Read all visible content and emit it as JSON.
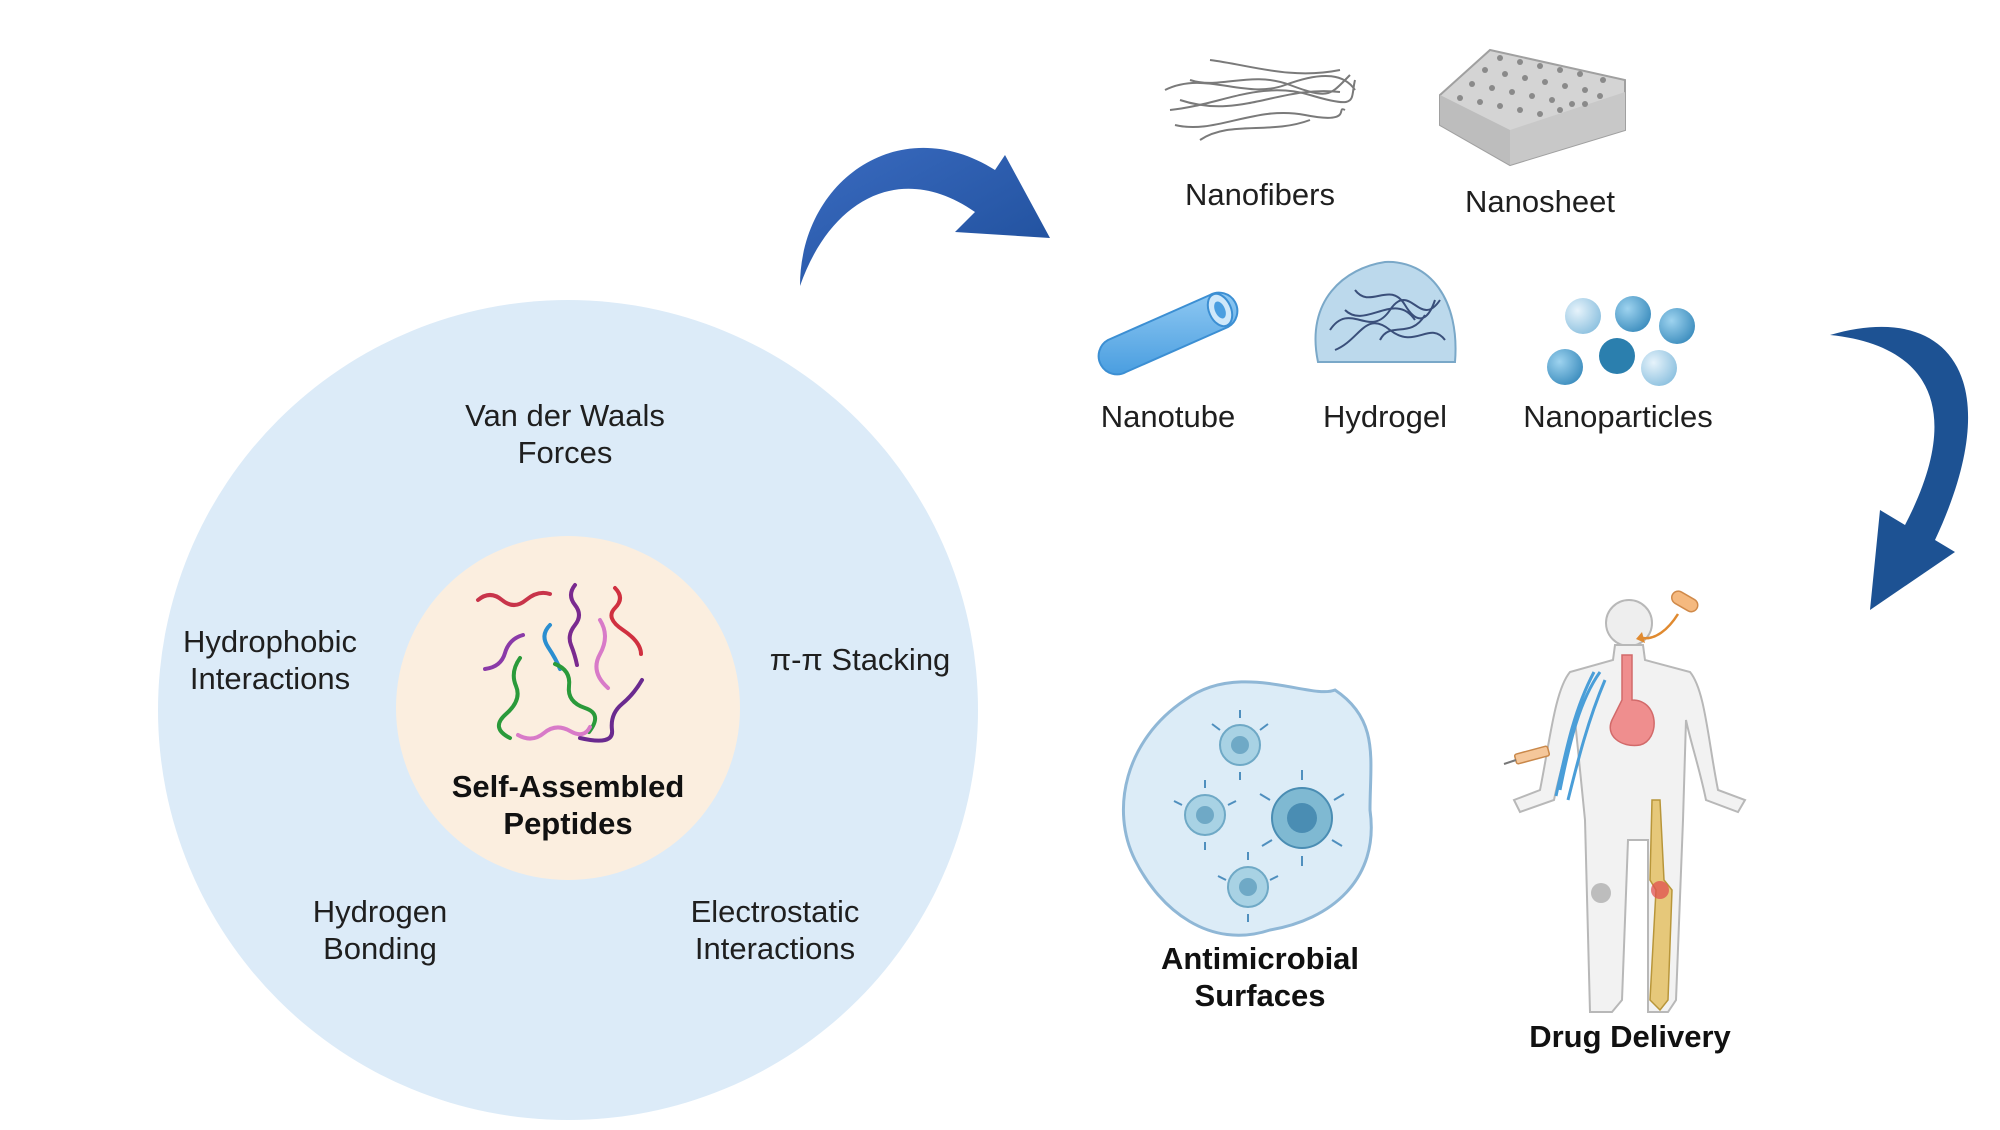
{
  "forces": {
    "van_der_waals": "Van der Waals\nForces",
    "hydrophobic": "Hydrophobic\nInteractions",
    "pi_stacking": "π-π Stacking",
    "hydrogen": "Hydrogen\nBonding",
    "electrostatic": "Electrostatic\nInteractions"
  },
  "center": {
    "title": "Self-Assembled\nPeptides"
  },
  "structures": {
    "nanofibers": "Nanofibers",
    "nanosheet": "Nanosheet",
    "nanotube": "Nanotube",
    "hydrogel": "Hydrogel",
    "nanoparticles": "Nanoparticles"
  },
  "applications": {
    "antimicrobial": "Antimicrobial\nSurfaces",
    "drug_delivery": "Drug Delivery"
  },
  "colors": {
    "outer_circle": "#dcebf8",
    "inner_circle": "#fbeedf",
    "arrow": "#2f5da9"
  }
}
